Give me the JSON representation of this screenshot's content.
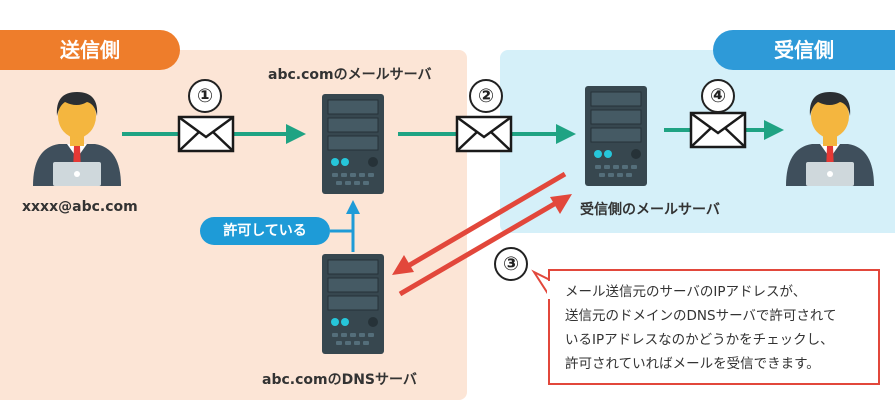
{
  "sender": {
    "title": "送信側",
    "email": "xxxx@abc.com"
  },
  "receiver": {
    "title": "受信側"
  },
  "servers": {
    "sender_mail": "abc.comのメールサーバ",
    "receiver_mail": "受信側のメールサーバ",
    "dns": "abc.comのDNSサーバ"
  },
  "steps": [
    "①",
    "②",
    "③",
    "④"
  ],
  "permission_badge": "許可している",
  "explanation": [
    "メール送信元のサーバのIPアドレスが、",
    "送信元のドメインのDNSサーバで許可されて",
    "いるIPアドレスなのかどうかをチェックし、",
    "許可されていればメールを受信できます。"
  ],
  "colors": {
    "sender_accent": "#ee7d2b",
    "sender_bg": "#fce5d6",
    "receiver_accent": "#2e9ad8",
    "receiver_bg": "#d5f0f9",
    "flow_arrow": "#1fa383",
    "check_arrow": "#e2473b",
    "dns_arrow": "#1e9bd7"
  },
  "icons": [
    "user-icon",
    "envelope-icon",
    "server-icon"
  ]
}
